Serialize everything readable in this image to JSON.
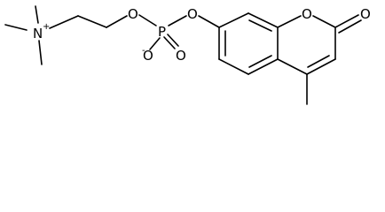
{
  "molecule": {
    "atoms": {
      "nitrogen": "N",
      "nitrogen_charge": "+",
      "oxygen_ether_left": "O",
      "phosphorus": "P",
      "oxygen_ether_right": "O",
      "oxygen_anion": "O",
      "oxygen_anion_charge": "-",
      "oxygen_phosphoryl": "O",
      "oxygen_ring": "O",
      "oxygen_carbonyl": "O"
    }
  }
}
